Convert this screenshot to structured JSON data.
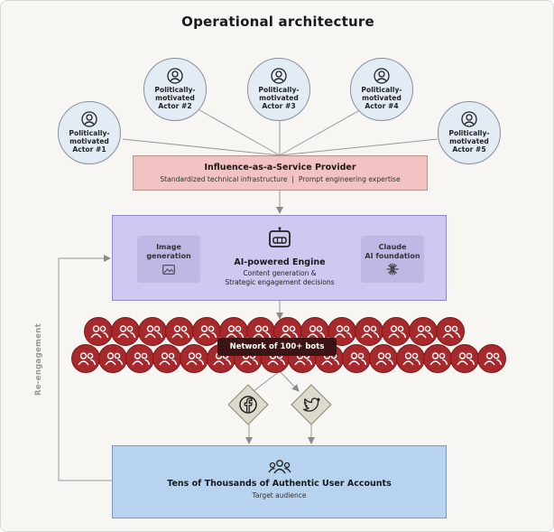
{
  "title": "Operational architecture",
  "actors": [
    {
      "line1": "Politically-",
      "line2": "motivated",
      "line3": "Actor #1"
    },
    {
      "line1": "Politically-",
      "line2": "motivated",
      "line3": "Actor #2"
    },
    {
      "line1": "Politically-",
      "line2": "motivated",
      "line3": "Actor #3"
    },
    {
      "line1": "Politically-",
      "line2": "motivated",
      "line3": "Actor #4"
    },
    {
      "line1": "Politically-",
      "line2": "motivated",
      "line3": "Actor #5"
    }
  ],
  "provider": {
    "title": "Influence-as-a-Service Provider",
    "subtitle": "Standardized technical infrastructure  |  Prompt engineering expertise"
  },
  "engine": {
    "title": "AI-powered Engine",
    "line1": "Content generation &",
    "line2": "Strategic engagement decisions",
    "left_line1": "Image",
    "left_line2": "generation",
    "right_line1": "Claude",
    "right_line2": "AI foundation"
  },
  "bots": {
    "label": "Network of 100+ bots"
  },
  "platforms": [
    {
      "icon": "facebook-icon"
    },
    {
      "icon": "twitter-icon"
    }
  ],
  "target": {
    "title": "Tens of Thousands of Authentic User Accounts",
    "subtitle": "Target audience"
  },
  "loop_label": "Re-engagement",
  "colors": {
    "provider_bg": "#f3c3c3",
    "engine_bg": "#cdc9f0",
    "bot_red": "#a8292b",
    "target_bg": "#b8d3ef",
    "actor_bg": "#e3ebf5"
  }
}
